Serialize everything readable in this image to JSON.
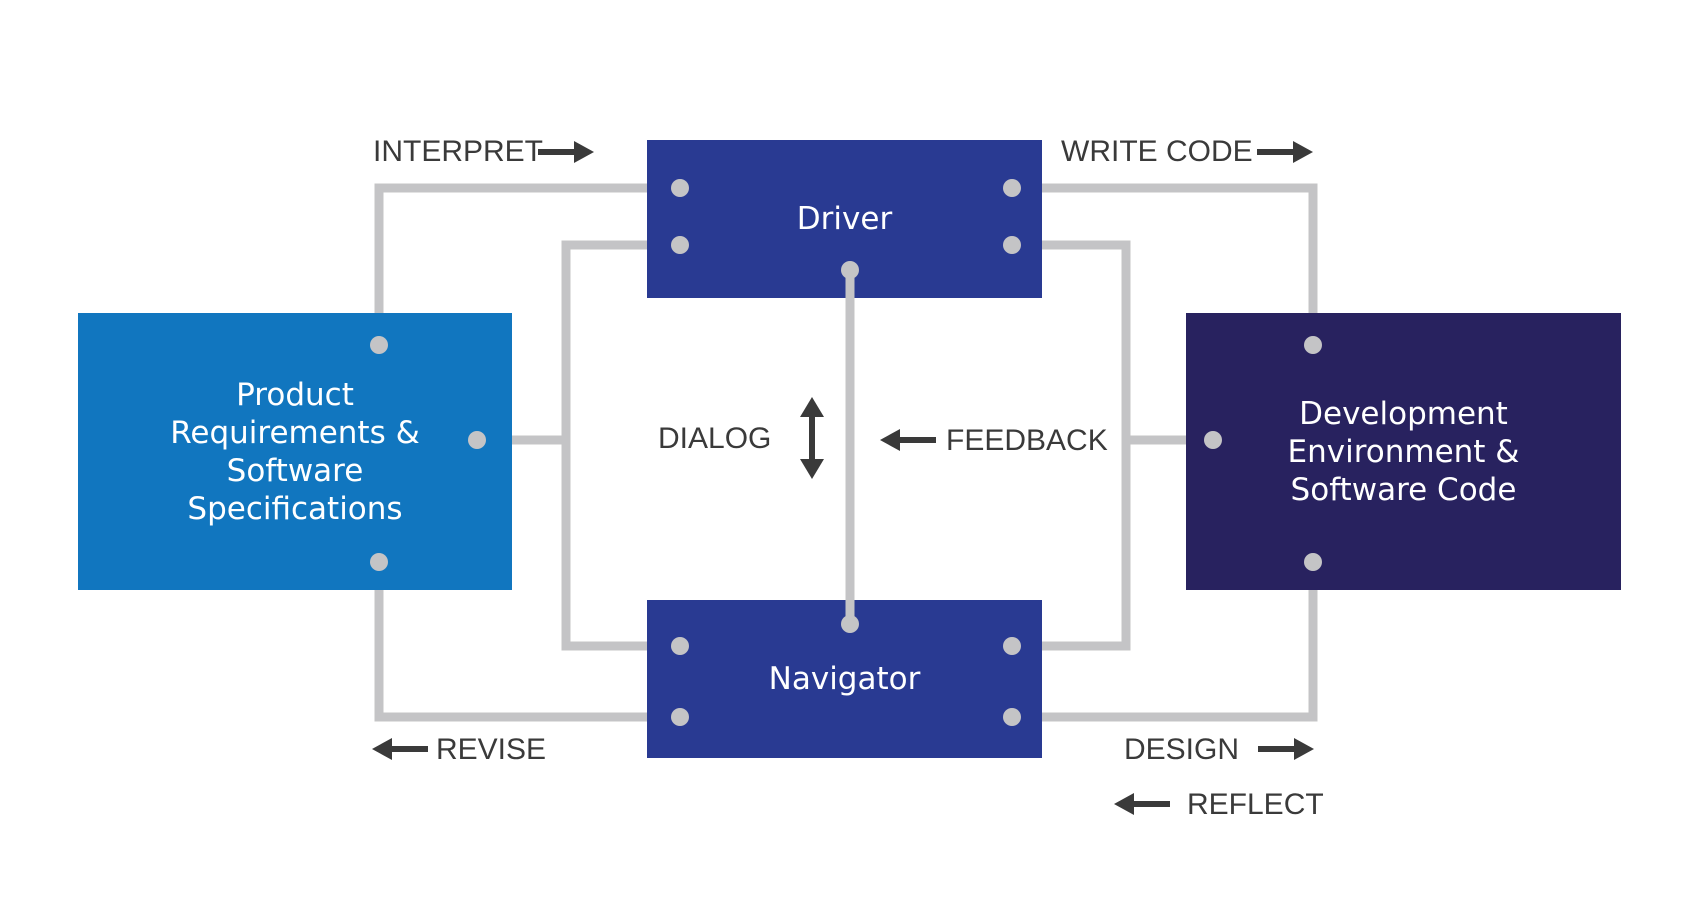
{
  "boxes": {
    "product": "Product\nRequirements &\nSoftware\nSpecifications",
    "driver": "Driver",
    "navigator": "Navigator",
    "dev": "Development\nEnvironment &\nSoftware Code"
  },
  "labels": {
    "interpret": "INTERPRET",
    "write_code": "WRITE CODE",
    "dialog": "DIALOG",
    "feedback": "FEEDBACK",
    "revise": "REVISE",
    "design": "DESIGN",
    "reflect": "REFLECT"
  },
  "colors": {
    "product_box": "#1176bf",
    "role_box": "#293a92",
    "dev_box": "#28225f",
    "connector": "#c4c4c6",
    "label_text": "#3a3a3a"
  }
}
